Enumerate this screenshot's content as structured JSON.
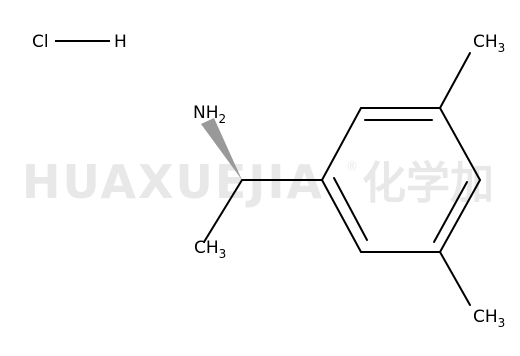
{
  "watermark": {
    "latin": "HUAXUEJIA",
    "registered": "®",
    "chinese": "化学加"
  },
  "hcl": {
    "cl": "Cl",
    "h": "H"
  },
  "atoms": {
    "nh2_main": "NH",
    "nh2_sub": "2",
    "ch3_left_main": "CH",
    "ch3_left_sub": "3",
    "ch3_top_main": "CH",
    "ch3_top_sub": "3",
    "ch3_bottom_main": "CH",
    "ch3_bottom_sub": "3"
  },
  "colors": {
    "bond": "#000000",
    "wedge": "#999999",
    "watermark": "#e8e8e8"
  }
}
